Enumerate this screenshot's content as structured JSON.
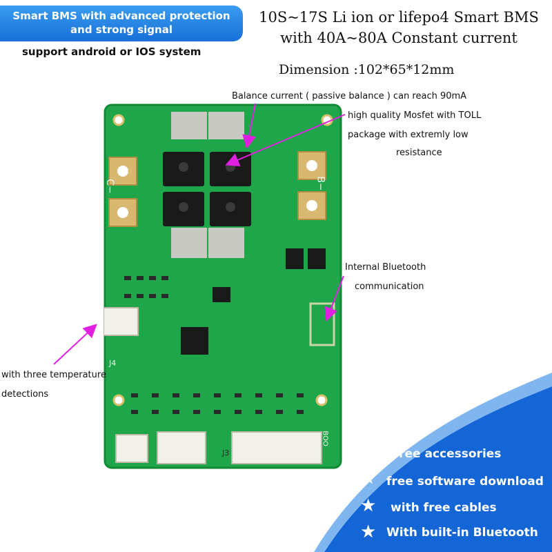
{
  "badge": {
    "line1": "Smart BMS with advanced protection",
    "line2": "and strong signal"
  },
  "support_text": "support android or IOS system",
  "headline": {
    "line1": "10S~17S Li ion or lifepo4 Smart  BMS",
    "line2": "with 40A~80A Constant current"
  },
  "dimension": "Dimension :102*65*12mm",
  "callouts": {
    "balance": "Balance current ( passive balance ) can reach 90mA",
    "mosfet_line1": "high quality Mosfet with TOLL",
    "mosfet_line2": "package with extremly low",
    "mosfet_line3": "resistance",
    "bluetooth_line1": "Internal Bluetooth",
    "bluetooth_line2": "communication",
    "temp_line1": "with three temperature",
    "temp_line2": "detections"
  },
  "board_labels": {
    "c_minus": "C−",
    "b_minus": "B−",
    "j3": "J3",
    "j4": "J4",
    "boo": "BOO"
  },
  "accessories": {
    "title": "With free accessories",
    "items": [
      "free software download",
      "with free cables",
      "With  built-in Bluetooth"
    ]
  },
  "colors": {
    "badge_blue": "#1870d8",
    "pcb_green": "#1fa64a",
    "arrow_magenta": "#e020e0",
    "corner_blue": "#1466d6"
  }
}
